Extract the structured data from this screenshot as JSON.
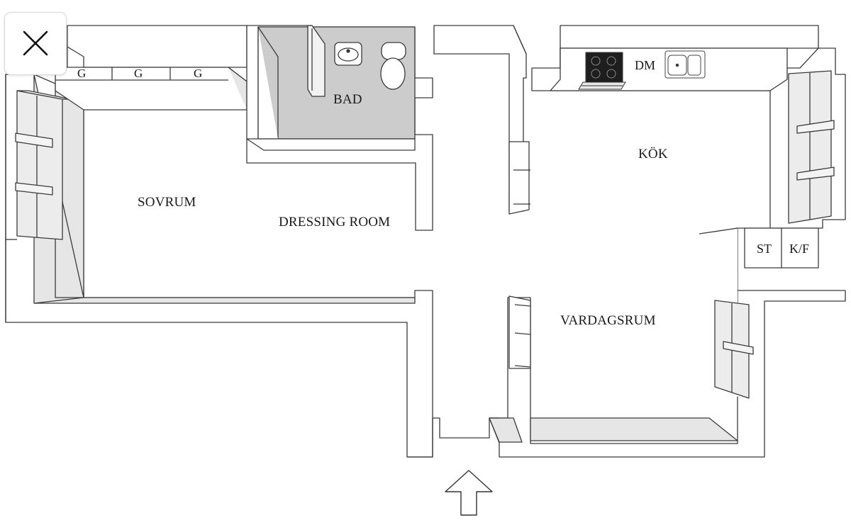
{
  "rooms": {
    "bedroom": "SOVRUM",
    "dressing": "DRESSING ROOM",
    "bath": "BAD",
    "kitchen": "KÖK",
    "living": "VARDAGSRUM"
  },
  "fixtures": {
    "wardrobes": [
      "G",
      "G",
      "G"
    ],
    "dishwasher": "DM",
    "storage": "ST",
    "fridge_freezer": "K/F"
  },
  "controls": {
    "close_icon": "close-icon"
  },
  "colors": {
    "wall_fill": "#ffffff",
    "wall_stroke": "#333333",
    "bath_floor": "#cccccc",
    "shade": "#e6e6e6"
  }
}
